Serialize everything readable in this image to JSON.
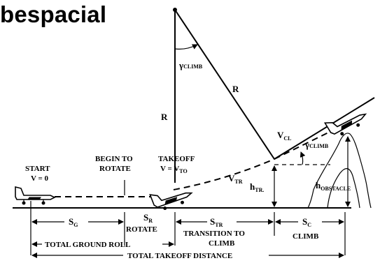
{
  "header": {
    "title": "bespacial"
  },
  "diagram": {
    "phases": {
      "start": {
        "line1": "START",
        "line2": "V = 0"
      },
      "begin_rotate": {
        "line1": "BEGIN TO",
        "line2": "ROTATE"
      },
      "takeoff": {
        "line1": "TAKEOFF",
        "line2_main": "V = V",
        "line2_sub": "TO"
      }
    },
    "geometry_labels": {
      "radius": "R",
      "gamma_climb_top": {
        "main": "γ",
        "sub": "CLIMB"
      },
      "gamma_climb_right": {
        "main": "γ",
        "sub": "CLIMB"
      },
      "v_cl": {
        "main": "V",
        "sub": "CL"
      },
      "v_tr": {
        "main": "V",
        "sub": "TR"
      },
      "h_tr": {
        "main": "h",
        "sub": "TR."
      },
      "h_obstacle": {
        "main": "h",
        "sub": "OBSTACLE"
      }
    },
    "distances": {
      "s_g": {
        "main": "S",
        "sub": "G"
      },
      "s_r": {
        "main": "S",
        "sub": "R"
      },
      "s_tr": {
        "main": "S",
        "sub": "TR"
      },
      "s_c": {
        "main": "S",
        "sub": "C"
      },
      "rotate": "ROTATE",
      "transition_line1": "TRANSITION TO",
      "transition_line2": "CLIMB",
      "climb": "CLIMB",
      "total_ground_roll": "TOTAL GROUND ROLL",
      "total_takeoff_distance": "TOTAL TAKEOFF DISTANCE"
    }
  }
}
